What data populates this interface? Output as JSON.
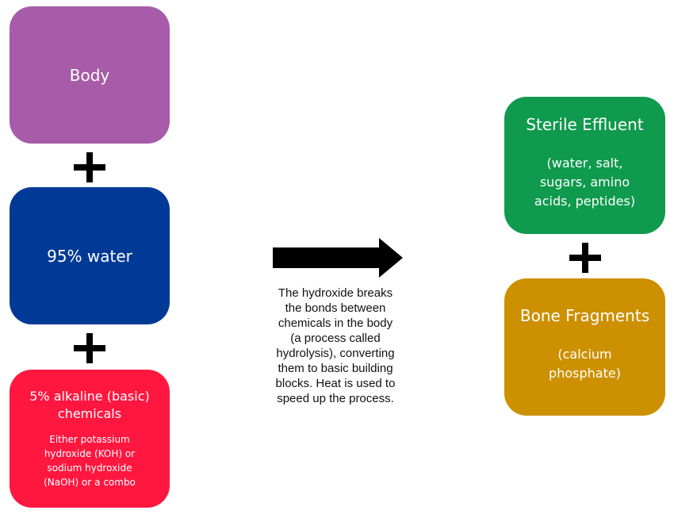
{
  "inputs": {
    "body": {
      "title": "Body",
      "color": "#a75ba8"
    },
    "water": {
      "title": "95% water",
      "color": "#003a96"
    },
    "alkaline": {
      "title_lines": [
        "5% alkaline (basic)",
        "chemicals"
      ],
      "sub_lines": [
        "Either potassium",
        "hydroxide (KOH) or",
        "sodium hydroxide",
        "(NaOH) or a combo"
      ],
      "color": "#ff1740"
    }
  },
  "outputs": {
    "effluent": {
      "title": "Sterile Effluent",
      "sub_lines": [
        "(water, salt,",
        "sugars, amino",
        "acids, peptides)"
      ],
      "color": "#0f9a4d"
    },
    "bone": {
      "title": "Bone Fragments",
      "sub_lines": [
        "(calcium",
        "phosphate)"
      ],
      "color": "#cc9000"
    }
  },
  "process": {
    "description_lines": [
      "The hydroxide breaks",
      "the bonds between",
      "chemicals in the body",
      "(a process called",
      "hydrolysis), converting",
      "them to basic building",
      "blocks. Heat is used to",
      "speed up the process."
    ],
    "arrow_icon": "right-arrow-icon",
    "plus_icon": "plus-icon"
  }
}
